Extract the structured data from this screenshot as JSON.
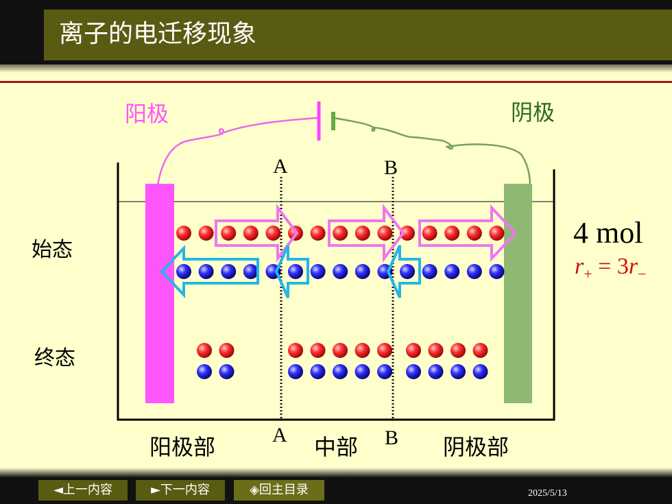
{
  "slide": {
    "title": "离子的电迁移现象"
  },
  "labels": {
    "anode": "阳极",
    "cathode": "阴极",
    "initial_state": "始态",
    "final_state": "终态",
    "section_a_top": "A",
    "section_b_top": "B",
    "section_a_bottom": "A",
    "section_b_bottom": "B",
    "anode_region": "阳极部",
    "middle_region": "中部",
    "cathode_region": "阴极部",
    "amount": "4 mol",
    "ratio_r1": "r",
    "ratio_sub_plus": "+",
    "ratio_eq": " = 3",
    "ratio_r2": "r",
    "ratio_sub_minus": "−"
  },
  "colors": {
    "anode_electrode": "#ff55ff",
    "cathode_electrode": "#8fb873",
    "cation": "#e8222a",
    "anion": "#2a2ad0",
    "cation_arrow": "#ee77ee",
    "anion_arrow": "#22b7e6",
    "anode_wire": "#ee66ee",
    "cathode_wire": "#77a060",
    "accent_red": "#cc1111"
  },
  "ions": {
    "initial_cations": 15,
    "initial_anions": 15,
    "final_anode_region": {
      "cations": 2,
      "anions": 2
    },
    "final_middle_region": {
      "cations": 5,
      "anions": 5
    },
    "final_cathode_region": {
      "cations": 4,
      "anions": 4
    }
  },
  "navigation": {
    "prev": "◄上一内容",
    "next": "►下一内容",
    "home": "◈回主目录"
  },
  "date": "2025/5/13"
}
